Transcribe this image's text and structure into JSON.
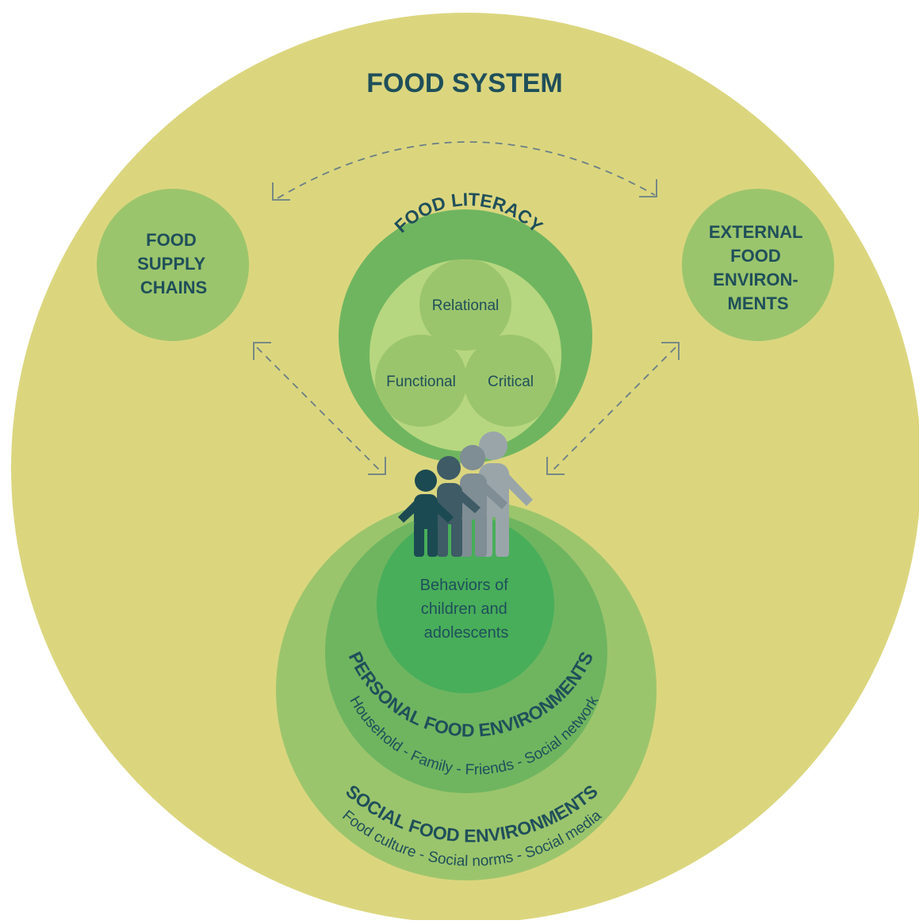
{
  "title": "FOOD SYSTEM",
  "supply_chains": {
    "lines": [
      "FOOD",
      "SUPPLY",
      "CHAINS"
    ]
  },
  "external": {
    "lines": [
      "EXTERNAL",
      "FOOD",
      "ENVIRON-",
      "MENTS"
    ]
  },
  "food_literacy": {
    "label": "FOOD LITERACY",
    "relational": "Relational",
    "functional": "Functional",
    "critical": "Critical"
  },
  "behaviors": {
    "lines": [
      "Behaviors of",
      "children and",
      "adolescents"
    ]
  },
  "personal": {
    "label": "PERSONAL FOOD ENVIRONMENTS",
    "sub": "Household - Family - Friends - Social network"
  },
  "social": {
    "label": "SOCIAL FOOD ENVIRONMENTS",
    "sub": "Food culture - Social norms - Social media"
  },
  "colors": {
    "outer": "#dbd67e",
    "green_light": "#9bc56c",
    "green_mid": "#6fb560",
    "green_pale": "#b6d77f",
    "green_dark": "#48ae5a",
    "text": "#1f4f5a"
  },
  "icons": [
    "person-dark-icon",
    "person-slate-icon",
    "person-gray-icon",
    "person-light-icon"
  ]
}
